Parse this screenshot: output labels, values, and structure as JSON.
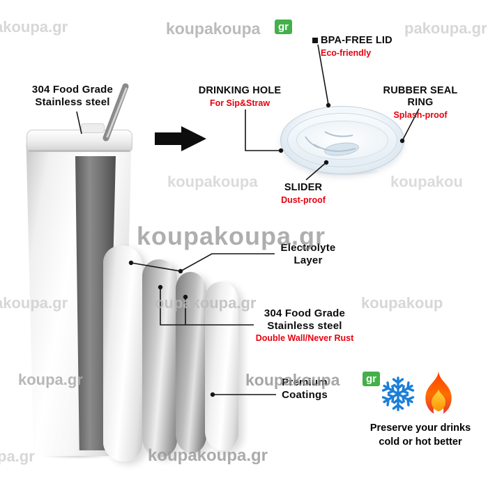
{
  "watermarks": [
    "akoupa.gr",
    "koupakoupa",
    "gr",
    "pakoupa.gr",
    "koupakoupa",
    "koupakou",
    "koupakoupa.gr",
    "akoupa.gr",
    "oupakoupa.gr",
    "koupakoup",
    "koupa.gr",
    "koupakoupa",
    "gr",
    "pa.gr",
    "koupakoupa.gr"
  ],
  "tumbler": {
    "label_line1": "304 Food Grade",
    "label_line2": "Stainless steel"
  },
  "lid": {
    "bpa_title": "BPA-FREE LID",
    "bpa_sub": "Eco-friendly",
    "hole_title": "DRINKING HOLE",
    "hole_sub": "For Sip&Straw",
    "seal_title": "RUBBER SEAL RING",
    "seal_sub": "Splash-proof",
    "slider_title": "SLIDER",
    "slider_sub": "Dust-proof"
  },
  "layers": {
    "electrolyte_line1": "Electrolyte",
    "electrolyte_line2": "Layer",
    "steel_line1": "304 Food Grade",
    "steel_line2": "Stainless steel",
    "steel_sub": "Double Wall/Never Rust",
    "coating_line1": "Premium",
    "coating_line2": "Coatings"
  },
  "footer": {
    "line1": "Preserve your drinks",
    "line2": "cold or hot better"
  },
  "icons": {
    "cold": "snowflake-icon",
    "hot": "flame-icon"
  },
  "colors": {
    "accent_red": "#e8000f",
    "watermark_green": "#44b04a",
    "snowflake_blue": "#1b7fd8",
    "flame_orange": "#ff6d00"
  }
}
